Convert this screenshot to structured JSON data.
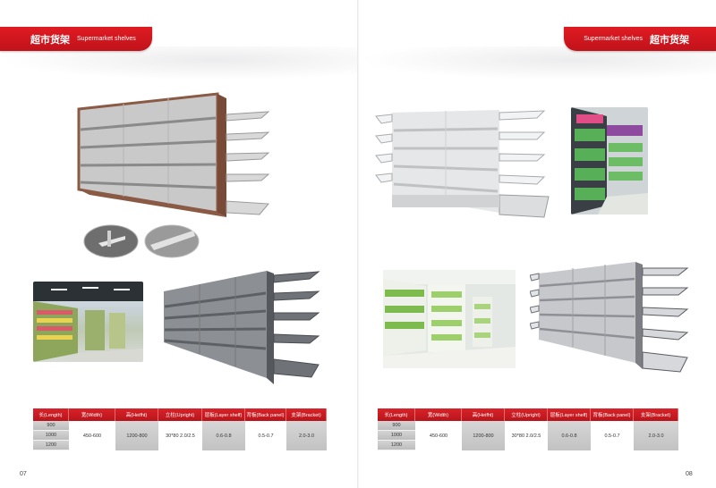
{
  "left": {
    "header_zh": "超市货架",
    "header_en": "Supermarket shelves",
    "page_number": "07",
    "table": {
      "headers": [
        "长(Length)",
        "宽(Width)",
        "高(Heifht)",
        "立柱(Upright)",
        "层板(Layer shelf)",
        "背板(Back panel)",
        "支架(Bracket)"
      ],
      "lengths": [
        "900",
        "1000",
        "1200"
      ],
      "width": "450-600",
      "height": "1200-800",
      "upright": "30*80 2.0/2.5",
      "layer": "0.6-0.8",
      "back": "0.5-0.7",
      "bracket": "2.0-3.0"
    }
  },
  "right": {
    "header_zh": "超市货架",
    "header_en": "Supermarket shelves",
    "page_number": "08",
    "table": {
      "headers": [
        "长(Length)",
        "宽(Width)",
        "高(Heifht)",
        "立柱(Upright)",
        "层板(Layer shelf)",
        "背板(Back panel)",
        "支架(Bracket)"
      ],
      "lengths": [
        "900",
        "1000",
        "1200"
      ],
      "width": "450-600",
      "height": "1200-800",
      "upright": "30*80 2.0/2.5",
      "layer": "0.6-0.8",
      "back": "0.5-0.7",
      "bracket": "2.0-3.0"
    }
  },
  "colors": {
    "brand_red": "#d01a21",
    "table_gray": "#c9c9c9"
  }
}
